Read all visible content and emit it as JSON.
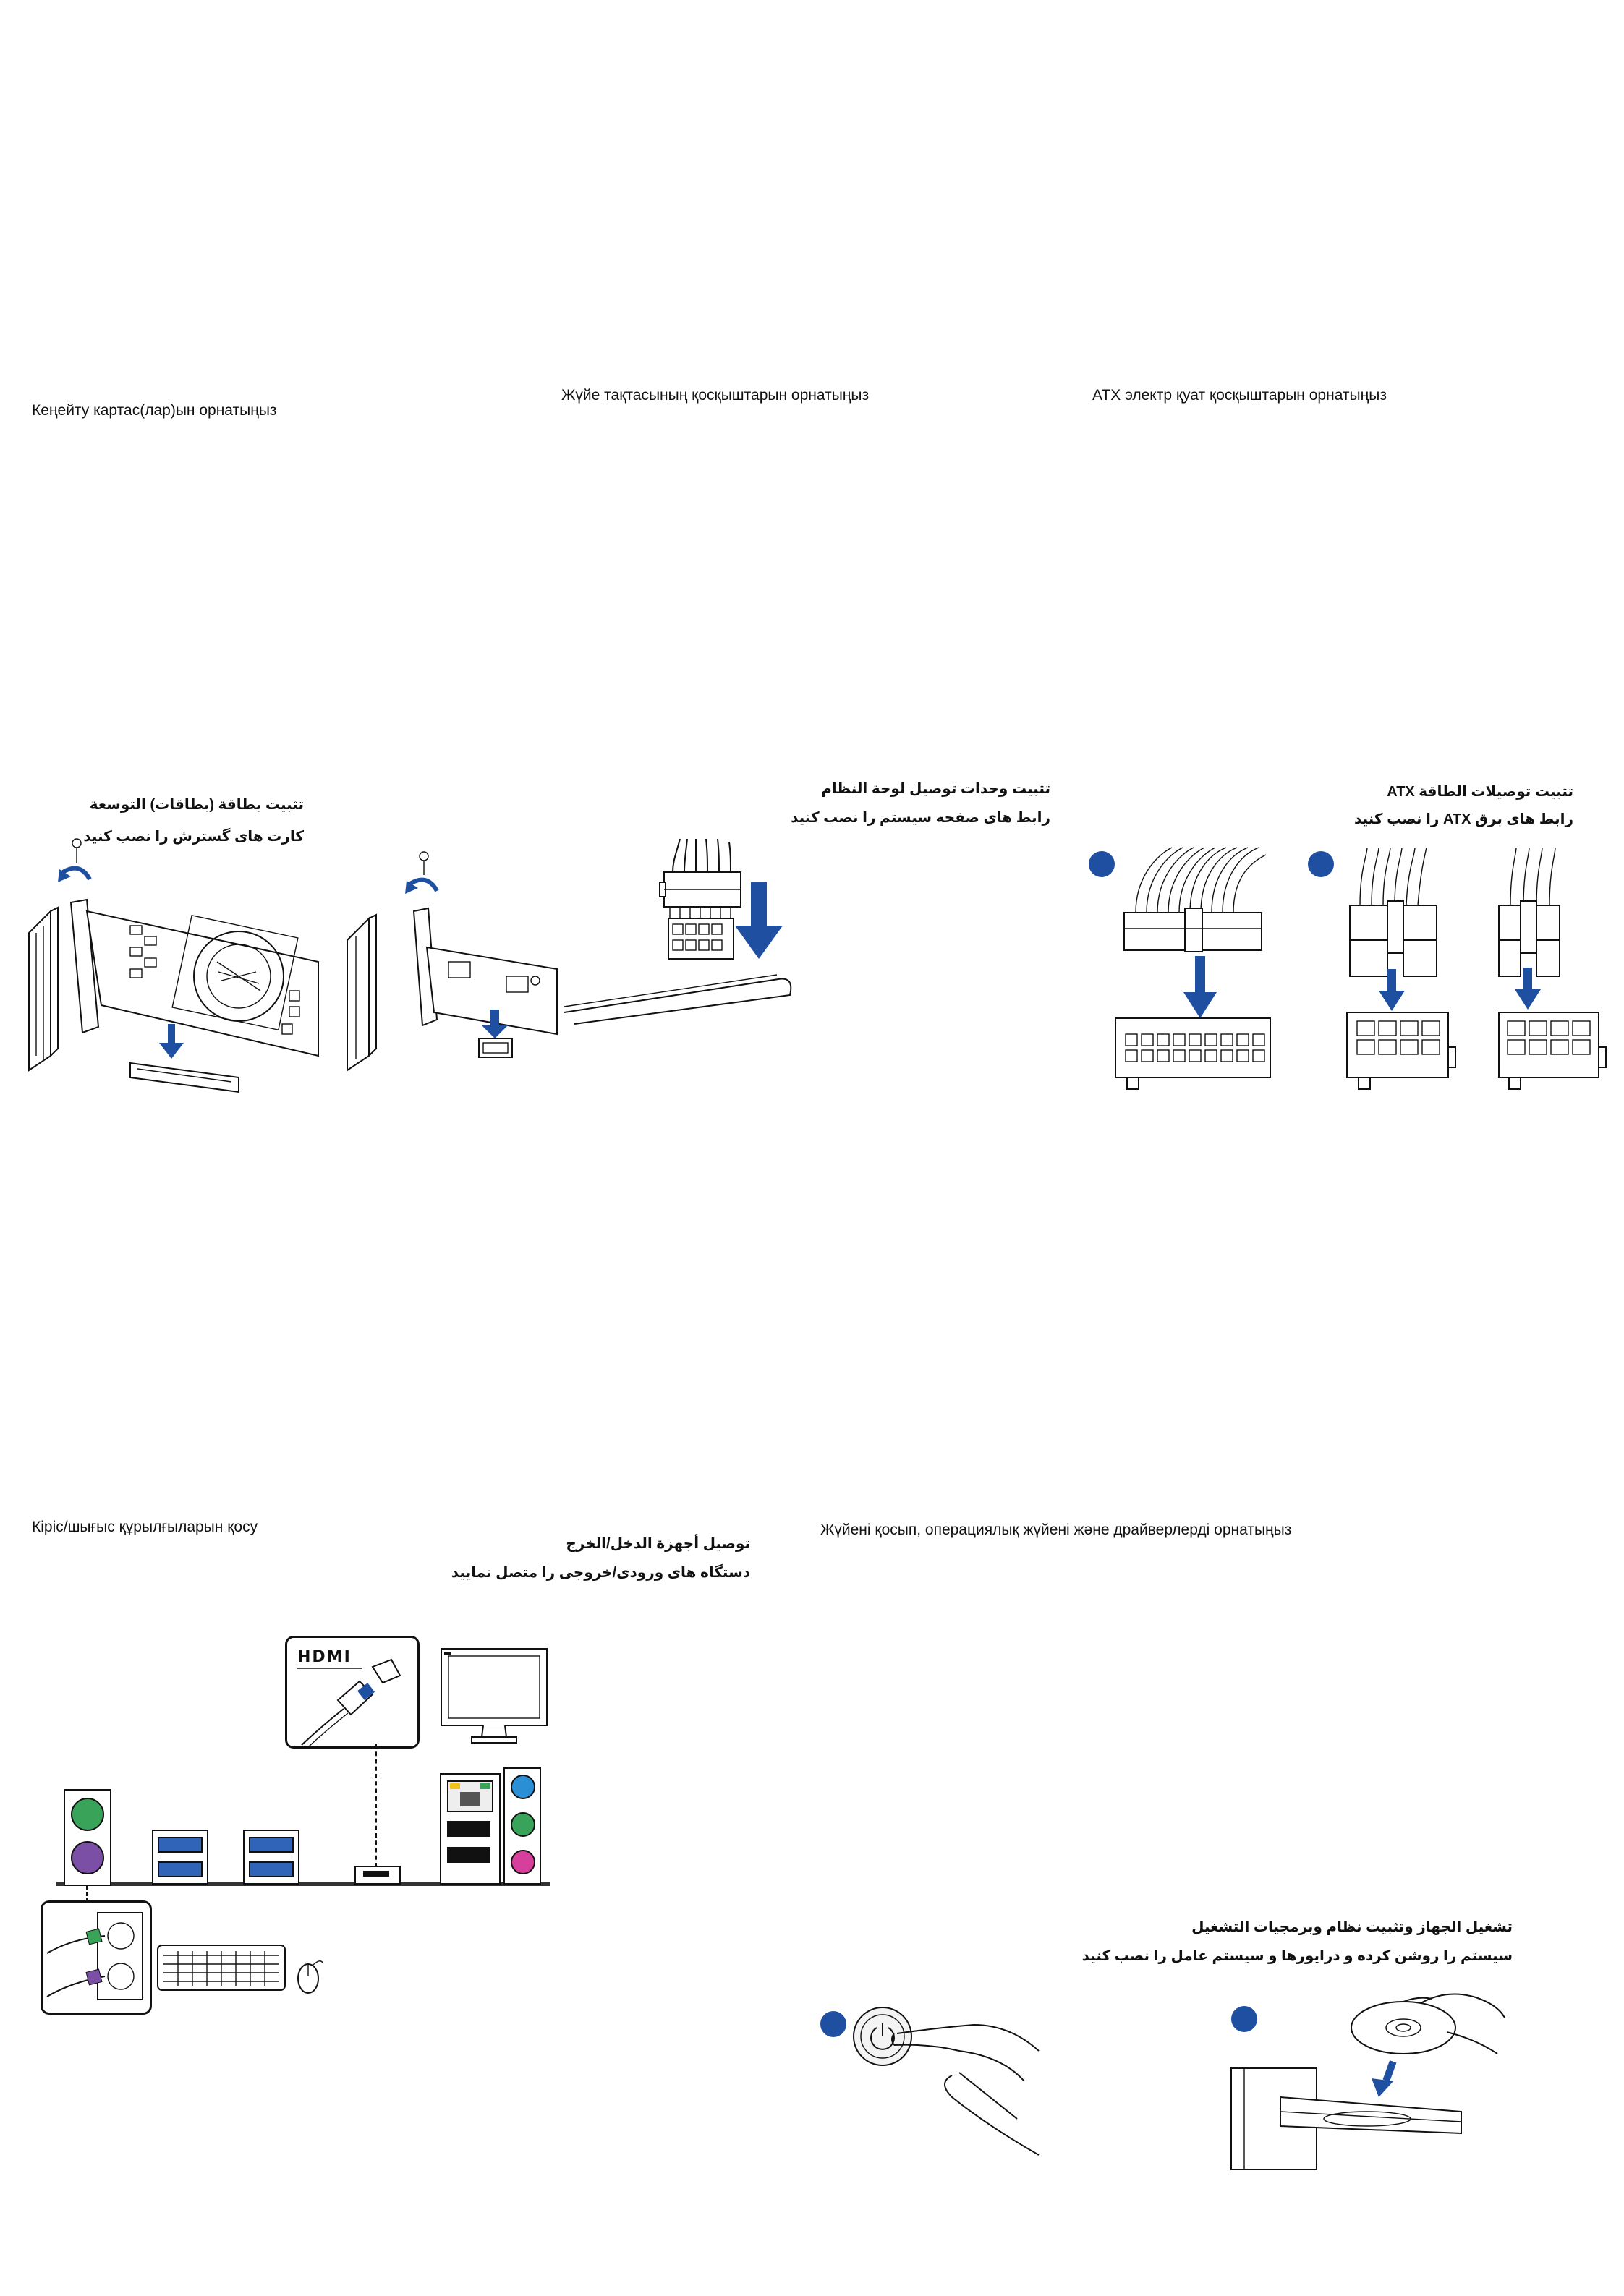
{
  "sections": {
    "expansion": {
      "title_kz": "Кеңейту картас(лар)ын орнатыңыз",
      "title_ar": "تثبيت بطاقة (بطاقات) التوسعة",
      "title_fa": "کارت های گسترش را نصب کنید"
    },
    "system_panel": {
      "title_kz": "Жүйе тақтасының қосқыштарын орнатыңыз",
      "title_ar": "تثبيت وحدات توصيل لوحة النظام",
      "title_fa": "رابط های صفحه سیستم را نصب کنید"
    },
    "atx_power": {
      "title_kz": "ATX электр қуат қосқыштарын орнатыңыз",
      "title_ar": "تثبيت توصيلات الطاقة ATX",
      "title_fa": "رابط های برق ATX را نصب کنید",
      "badges": [
        "",
        ""
      ]
    },
    "io_devices": {
      "title_kz": "Кіріс/шығыс құрылғыларын қосу",
      "title_ar": "توصيل أجهزة الدخل/الخرج",
      "title_fa": "دستگاه های ورودی/خروجی را متصل نمایید",
      "hdmi_logo": "HDMI"
    },
    "power_on": {
      "title_kz": "Жүйені қосып, операциялық жүйені және драйверлерді орнатыңыз",
      "title_ar": "تشغيل الجهاز وتثبيت نظام وبرمجيات التشغيل",
      "title_fa": "سیستم را روشن کرده و درایورها و سیستم عامل را نصب کنید",
      "badges": [
        "",
        ""
      ]
    }
  },
  "colors": {
    "accent_blue": "#1e4fa0",
    "ps2_green": "#3aa35a",
    "ps2_purple": "#7b4fa6",
    "audio_blue": "#2b8fd6",
    "audio_green": "#3aa35a",
    "audio_pink": "#d63f9b",
    "usb_blue": "#2f64b8"
  }
}
